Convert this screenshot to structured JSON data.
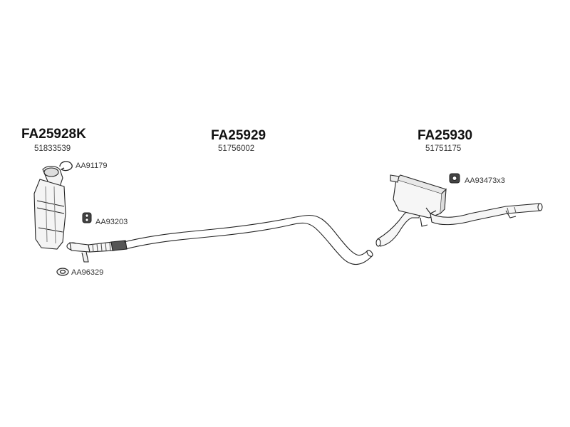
{
  "parts": {
    "catalytic": {
      "code": "FA25928K",
      "ref": "51833539"
    },
    "middle_pipe": {
      "code": "FA25929",
      "ref": "51756002"
    },
    "rear_silencer": {
      "code": "FA25930",
      "ref": "51751175"
    }
  },
  "accessories": {
    "clamp": "AA91179",
    "mount_left": "AA93203",
    "gasket": "AA96329",
    "mount_right": "AA93473x3"
  }
}
